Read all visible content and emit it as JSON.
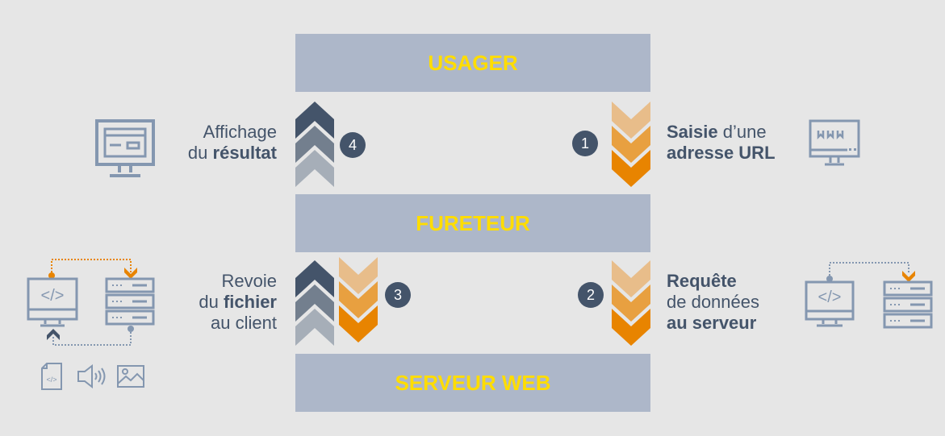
{
  "colors": {
    "background": "#e6e6e6",
    "bar": "#adb7c9",
    "bar_text": "#ffdd00",
    "text": "#44546a",
    "icon": "#8497b0",
    "up_chevrons": [
      "#44546a",
      "#737f8e",
      "#a6aeb8"
    ],
    "down_chevrons": [
      "#e8bd8a",
      "#e8a040",
      "#e88400"
    ]
  },
  "layers": {
    "top": "USAGER",
    "middle": "FURETEUR",
    "bottom": "SERVEUR WEB"
  },
  "steps": [
    {
      "number": "1",
      "line1_bold": "Saisie",
      "line1_rest": " d’une",
      "line2_bold": "adresse URL",
      "icon": "monitor-www-icon",
      "direction": "down"
    },
    {
      "number": "2",
      "line1_bold": "Requête",
      "line2": "de données",
      "line3_bold": "au serveur",
      "icon": "computer-to-server-icon",
      "direction": "down"
    },
    {
      "number": "3",
      "line1": "Revoie",
      "line2_pre": "du ",
      "line2_bold": "fichier",
      "line3": "au client",
      "icon": "server-to-computer-icon",
      "direction": "up-and-down"
    },
    {
      "number": "4",
      "line1": "Affichage",
      "line2_pre": "du ",
      "line2_bold": "résultat",
      "icon": "monitor-layout-icon",
      "direction": "up"
    }
  ],
  "media_icons": [
    "code-file-icon",
    "audio-icon",
    "image-icon"
  ]
}
